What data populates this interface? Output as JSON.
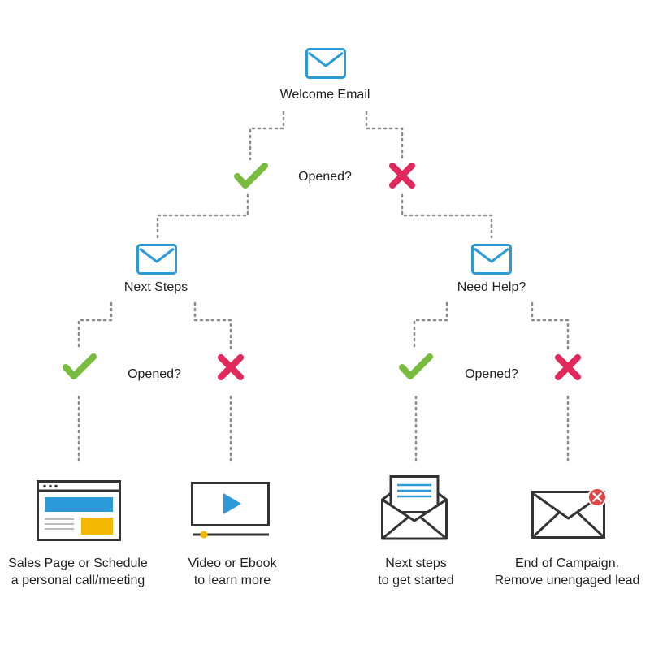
{
  "colors": {
    "email_blue": "#2a9ad8",
    "check_green": "#78bc3f",
    "cross_red": "#e0285a",
    "connector_gray": "#8a8a8a",
    "outline_dark": "#333333",
    "accent_yellow": "#f5b800",
    "accent_red": "#e04444"
  },
  "nodes": {
    "welcome": {
      "label": "Welcome Email",
      "icon": "envelope-icon"
    },
    "next_steps": {
      "label": "Next Steps",
      "icon": "envelope-icon"
    },
    "need_help": {
      "label": "Need Help?",
      "icon": "envelope-icon"
    }
  },
  "decisions": {
    "top": {
      "question": "Opened?"
    },
    "left": {
      "question": "Opened?"
    },
    "right": {
      "question": "Opened?"
    }
  },
  "outcomes": {
    "sales_page": {
      "line1": "Sales Page or Schedule",
      "line2": "a personal call/meeting",
      "icon": "browser-page-icon"
    },
    "video": {
      "line1": "Video or Ebook",
      "line2": "to learn more",
      "icon": "video-player-icon"
    },
    "next_steps": {
      "line1": "Next steps",
      "line2": "to get started",
      "icon": "open-envelope-icon"
    },
    "end": {
      "line1": "End of Campaign.",
      "line2": "Remove unengaged lead",
      "icon": "envelope-remove-icon"
    }
  }
}
